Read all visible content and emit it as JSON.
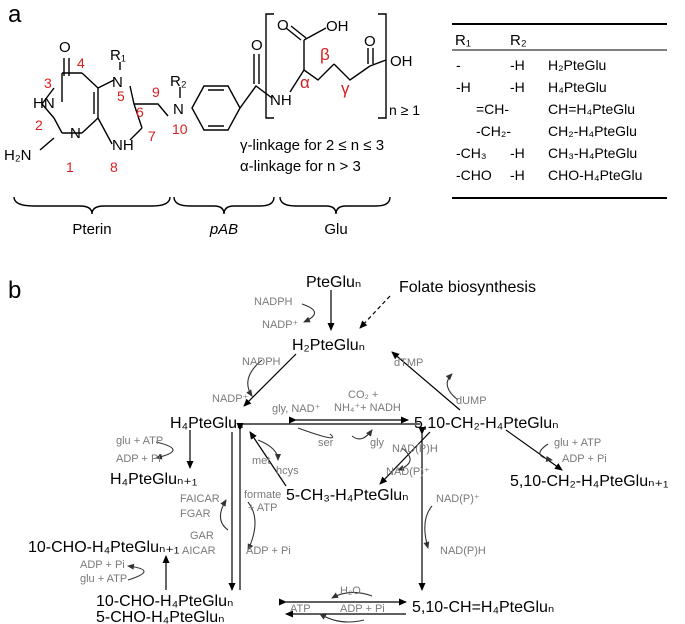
{
  "panel_a": {
    "label": "a",
    "atoms": {
      "o_ring": "O",
      "hn": "HN",
      "h2n": "H₂N",
      "n_ring1": "N",
      "n_ring5": "N",
      "r1": "R₁",
      "nh_ring": "NH",
      "r2": "R₂",
      "n_10": "N",
      "o_amide": "O",
      "nh_amide": "NH",
      "o_acid": "O",
      "oh_acid": "OH",
      "o_gamma": "O",
      "oh_gamma": "OH",
      "n_ge_1": "n ≥ 1"
    },
    "positions": [
      "3",
      "4",
      "2",
      "1",
      "5",
      "6",
      "7",
      "8",
      "9",
      "10"
    ],
    "greek": {
      "alpha": "α",
      "beta": "β",
      "gamma": "γ"
    },
    "linkage_gamma": "γ-linkage for 2 ≤ n ≤ 3",
    "linkage_alpha": "α-linkage for n > 3",
    "brace_labels": {
      "pterin": "Pterin",
      "pab": "pAB",
      "glu": "Glu"
    },
    "table": {
      "headers": [
        "R₁",
        "R₂"
      ],
      "rows": [
        {
          "r1": "-",
          "r2": "-H",
          "name": "H₂PteGlu"
        },
        {
          "r1": "-H",
          "r2": "-H",
          "name": "H₄PteGlu"
        },
        {
          "r1": "=CH-",
          "r2": "",
          "name": "CH=H₄PteGlu"
        },
        {
          "r1": "-CH₂-",
          "r2": "",
          "name": "CH₂-H₄PteGlu"
        },
        {
          "r1": "-CH₃",
          "r2": "-H",
          "name": "CH₃-H₄PteGlu"
        },
        {
          "r1": "-CHO",
          "r2": "-H",
          "name": "CHO-H₄PteGlu"
        }
      ]
    }
  },
  "panel_b": {
    "label": "b",
    "nodes": {
      "pteglu": "PteGluₙ",
      "folate_biosynthesis": "Folate biosynthesis",
      "h2pteglu": "H₂PteGluₙ",
      "h4pteglu": "H₄PteGluₙ",
      "h4pteglu_n1": "H₄PteGluₙ₊₁",
      "ch2": "5,10-CH₂-H₄PteGluₙ",
      "ch2_n1": "5,10-CH₂-H₄PteGluₙ₊₁",
      "ch3": "5-CH₃-H₄PteGluₙ",
      "cho10_n1": "10-CHO-H₄PteGluₙ₊₁",
      "cho10": "10-CHO-H₄PteGluₙ",
      "cho5": "5-CHO-H₄PteGluₙ",
      "ch_eq": "5,10-CH=H₄PteGluₙ"
    },
    "cofactors": {
      "nadph_1": "NADPH",
      "nadp_1": "NADP⁺",
      "nadph_2": "NADPH",
      "nadp_2": "NADP⁺",
      "dtmp": "dTMP",
      "dump": "dUMP",
      "gly_nad": "gly, NAD⁺",
      "co2_l1": "CO₂ +",
      "co2_l2": "NH₄⁺+ NADH",
      "ser": "ser",
      "gly": "gly",
      "glu_atp_l": "glu + ATP",
      "adp_pi_l": "ADP + Pi",
      "glu_atp_r": "glu + ATP",
      "adp_pi_r": "ADP + Pi",
      "met": "met",
      "hcys": "hcys",
      "nadph_m": "NAD(P)H",
      "nadp_m": "NAD(P)⁺",
      "formate_l1": "formate",
      "formate_l2": "+ ATP",
      "adp_pi_m": "ADP + Pi",
      "faicar": "FAICAR",
      "fgar": "FGAR",
      "gar": "GAR",
      "aicar": "AICAR",
      "nadp_r": "NAD(P)⁺",
      "nadph_r": "NAD(P)H",
      "adp_pi_b": "ADP + Pi",
      "glu_atp_b": "glu + ATP",
      "h2o": "H₂O",
      "atp_b": "ATP",
      "adp_pi_bb": "ADP + Pi"
    }
  }
}
